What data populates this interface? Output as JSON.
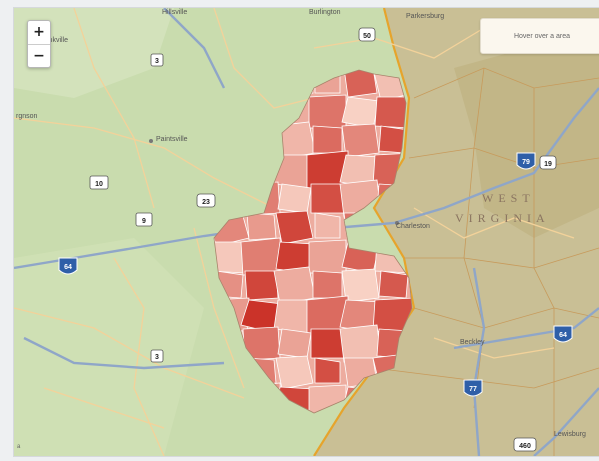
{
  "map": {
    "zoom_in_label": "+",
    "zoom_out_label": "−",
    "info_box_text": "Hover over a area",
    "attribution": "a",
    "state_label_line1": "WEST",
    "state_label_line2": "VIRGINIA",
    "towns": {
      "pikeville": "Prinkville",
      "paintsville": "Paintsville",
      "morgan": "rgnson",
      "charleston": "Charleston",
      "beckley": "Beckley",
      "top_left": "Hillsville",
      "top_mid": "Burlington",
      "top_right": "Parkersburg",
      "bottom_right": "Lewisburg"
    },
    "route_shields": {
      "i64_west": "64",
      "i64_east": "64",
      "i79": "79",
      "i77": "77",
      "us23": "23",
      "us19": "19",
      "us50": "50",
      "r3": "3",
      "r9": "9",
      "r10": "10",
      "r3b": "3",
      "r460": "460"
    },
    "colors": {
      "land": "#c9dcae",
      "wv_land": "#c9bf95",
      "state_border": "#e6a42c",
      "road": "#f3d29a",
      "interstate": "#8fa6c8",
      "choropleth_light": "#fde4d6",
      "choropleth_dark": "#c82a20"
    },
    "choropleth_values": [
      0.15,
      0.55,
      0.9,
      0.35,
      0.7,
      0.2,
      0.45,
      0.85,
      0.3,
      0.6,
      0.1,
      0.75,
      0.4,
      0.95,
      0.25,
      0.65,
      0.5,
      0.8,
      0.05,
      0.6,
      0.35,
      0.9,
      0.2,
      0.7,
      0.45,
      0.55,
      0.15,
      0.8,
      0.3,
      0.65,
      0.5,
      0.4,
      0.85,
      0.25,
      0.6,
      0.1
    ]
  }
}
